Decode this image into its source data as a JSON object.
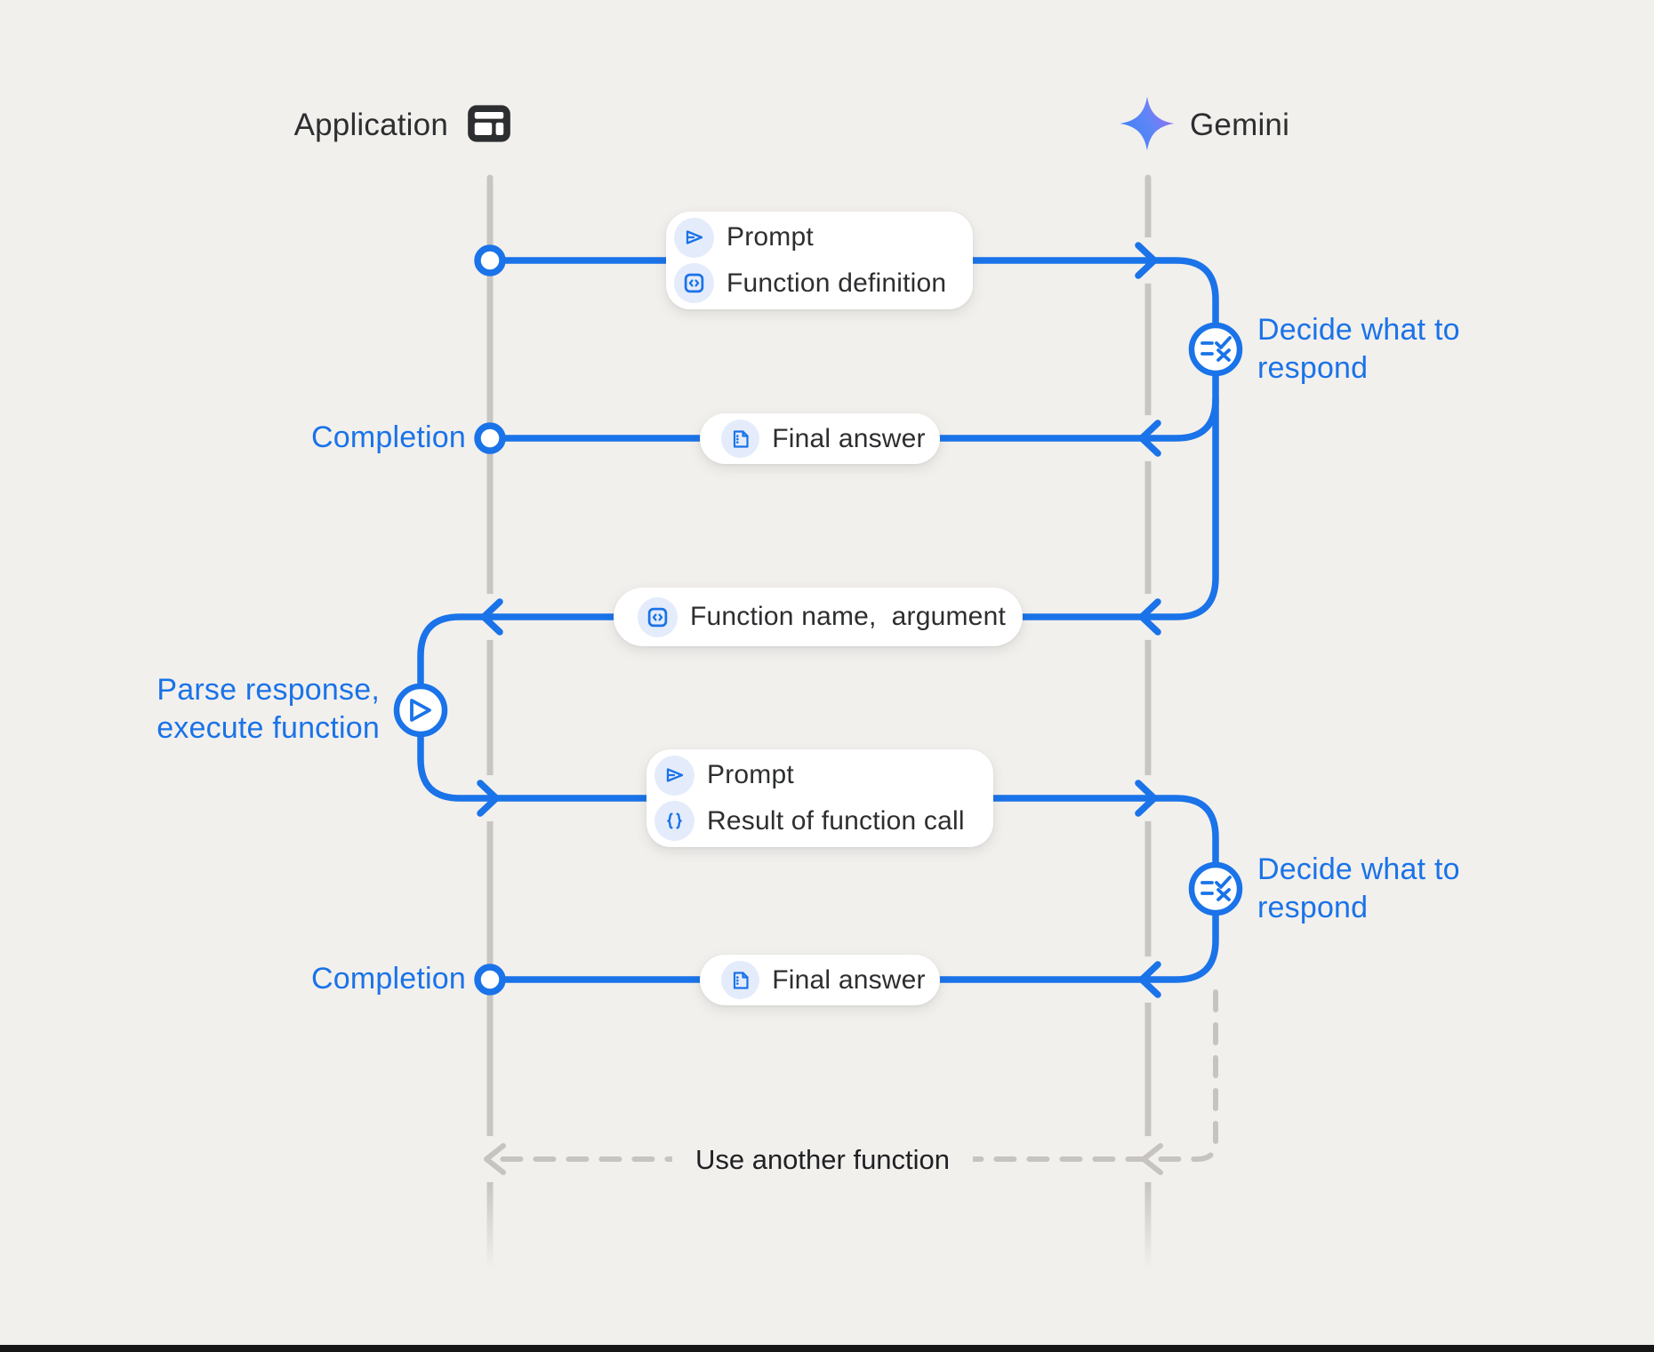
{
  "colors": {
    "background": "#f2f0ed",
    "accent_blue": "#1a73e8",
    "lifeline_gray": "#c8c6c3",
    "dashed_gray": "#c6c3c0",
    "icon_chip_bg": "#e4ecfb",
    "text_dark": "#2d2e30",
    "gemini_star_gradient": [
      "#3e80f7",
      "#a06af5"
    ]
  },
  "header": {
    "application_label": "Application",
    "application_icon": "app-window-icon",
    "gemini_label": "Gemini",
    "gemini_icon": "gemini-star-icon"
  },
  "messages": {
    "prompt1": {
      "rows": [
        {
          "icon": "send-icon",
          "label": "Prompt"
        },
        {
          "icon": "code-brackets-icon",
          "label": "Function definition"
        }
      ]
    },
    "final_answer1": {
      "icon": "document-icon",
      "label": "Final answer"
    },
    "function_call": {
      "icon": "code-brackets-icon",
      "label": "Function name,  argument"
    },
    "prompt2": {
      "rows": [
        {
          "icon": "send-icon",
          "label": "Prompt"
        },
        {
          "icon": "curly-braces-icon",
          "label": "Result of function call"
        }
      ]
    },
    "final_answer2": {
      "icon": "document-icon",
      "label": "Final answer"
    }
  },
  "annotations": {
    "completion1": "Completion",
    "completion2": "Completion",
    "decide1": "Decide what to respond",
    "decide2": "Decide what to respond",
    "parse": "Parse response, execute function",
    "use_another_function": "Use another function"
  }
}
